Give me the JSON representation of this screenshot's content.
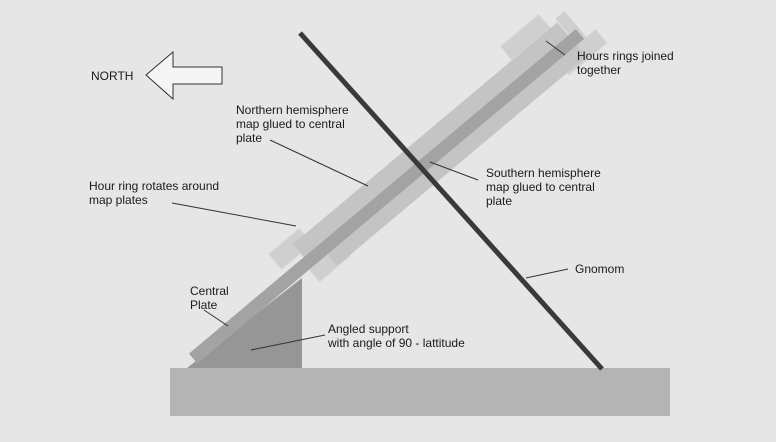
{
  "colors": {
    "background": "#e6e6e6",
    "base": "#b4b4b4",
    "central_plate": "#a3a3a3",
    "map_plates": "#c4c4c4",
    "hour_rings": "#cfcfcf",
    "support": "#969696",
    "gnomon": "#3a3a3a",
    "text": "#1a1a1a"
  },
  "compass": {
    "label": "NORTH",
    "arrow_icon": "left-arrow-outline"
  },
  "labels": {
    "hours_rings": [
      "Hours rings joined",
      "together"
    ],
    "northern_map": [
      "Northern hemisphere",
      "map glued to central",
      "plate"
    ],
    "southern_map": [
      "Southern hemisphere",
      "map glued to central",
      "plate"
    ],
    "hour_ring_rotates": [
      "Hour ring rotates around",
      "map plates"
    ],
    "gnomon": [
      "Gnomom"
    ],
    "central_plate": [
      "Central",
      "Plate"
    ],
    "angled_support": [
      "Angled support",
      "with angle of 90 - lattitude"
    ]
  }
}
